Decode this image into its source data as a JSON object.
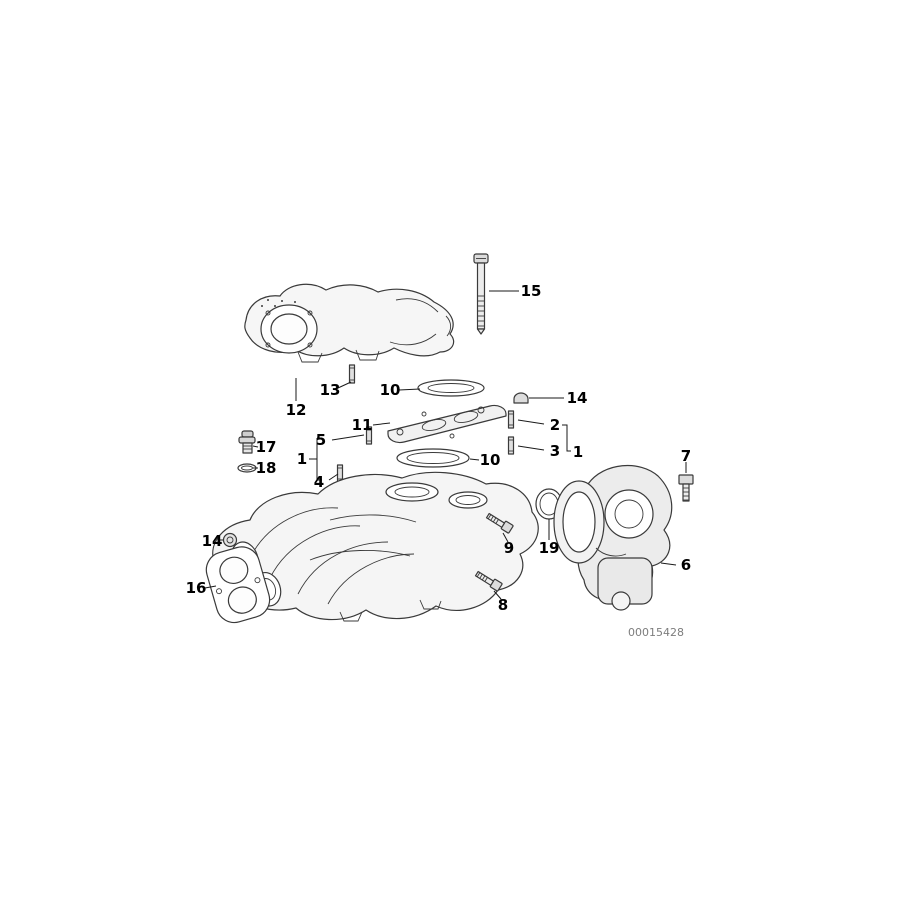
{
  "diagram": {
    "watermark": "00015428",
    "callouts": {
      "c15": "15",
      "c13": "13",
      "c10a": "10",
      "c12": "12",
      "c14a": "14",
      "c11": "11",
      "c2": "2",
      "c5": "5",
      "c3": "3",
      "c1a": "1",
      "c1b": "1",
      "c17": "17",
      "c18": "18",
      "c4": "4",
      "c10b": "10",
      "c7": "7",
      "c14b": "14",
      "c9": "9",
      "c19": "19",
      "c6": "6",
      "c16": "16",
      "c8": "8"
    },
    "colors": {
      "line": "#3a3a3a",
      "leader": "#1a1a1a",
      "part_fill": "#f4f4f4",
      "watermark": "#7d7d7d",
      "background": "#ffffff"
    }
  }
}
